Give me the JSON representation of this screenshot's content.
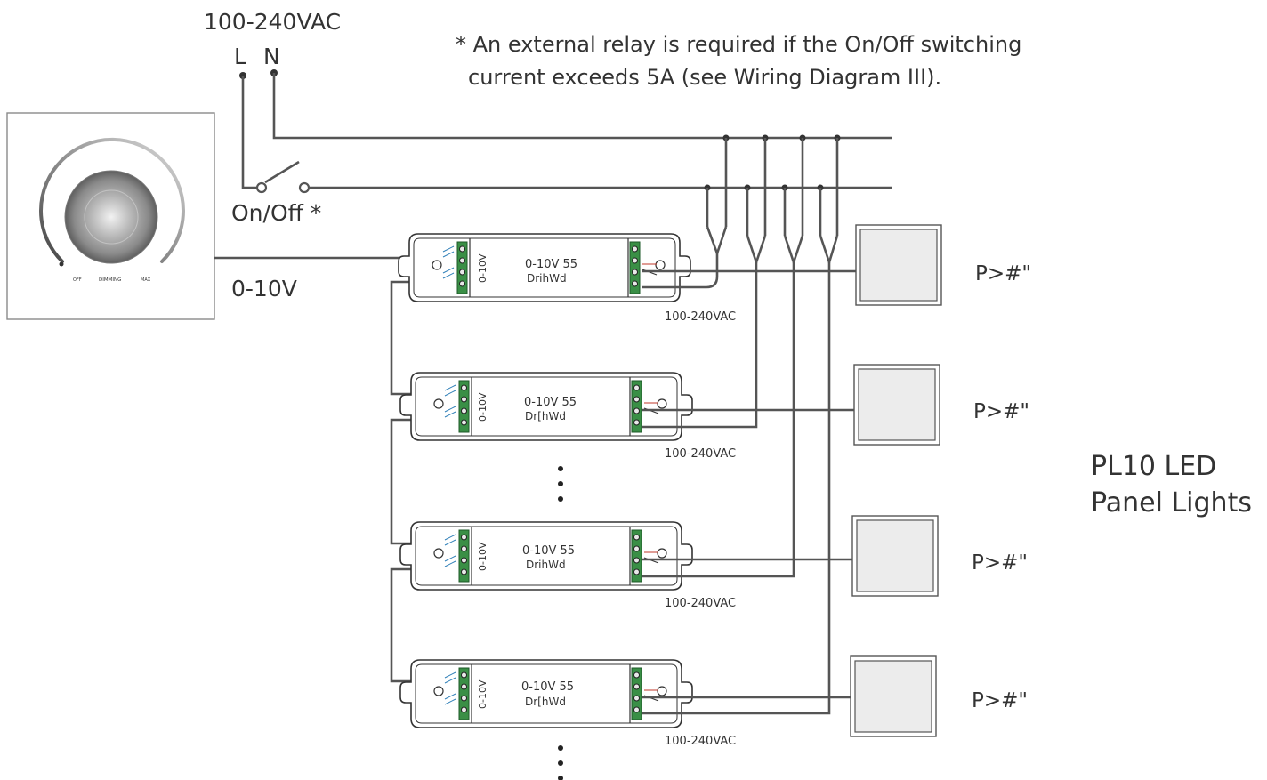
{
  "supply": {
    "voltage": "100-240VAC",
    "live": "L",
    "neutral": "N"
  },
  "note": {
    "line1": "* An external relay is required if the On/Off switching",
    "line2": "current exceeds 5A (see Wiring Diagram III)."
  },
  "switch_label": "On/Off *",
  "signal_label": "0-10V",
  "dimmer": {
    "off": "OFF",
    "dimming": "DIMMING",
    "max": "MAX"
  },
  "drivers": [
    {
      "terminal": "0-10V",
      "title": "0-10V 55",
      "model": "DrihWd",
      "input": "100-240VAC"
    },
    {
      "terminal": "0-10V",
      "title": "0-10V 55",
      "model": "Dr[hWd",
      "input": "100-240VAC"
    },
    {
      "terminal": "0-10V",
      "title": "0-10V 55",
      "model": "DrihWd",
      "input": "100-240VAC"
    },
    {
      "terminal": "0-10V",
      "title": "0-10V 55",
      "model": "Dr[hWd",
      "input": "100-240VAC"
    }
  ],
  "panels": [
    {
      "label": "P>#\""
    },
    {
      "label": "P>#\""
    },
    {
      "label": "P>#\""
    },
    {
      "label": "P>#\""
    }
  ],
  "panel_title": {
    "line1": "PL10 LED",
    "line2": "Panel Lights"
  },
  "colors": {
    "wire": "#555555",
    "terminal": "#3a8f46",
    "panel_fill": "#ececec"
  }
}
